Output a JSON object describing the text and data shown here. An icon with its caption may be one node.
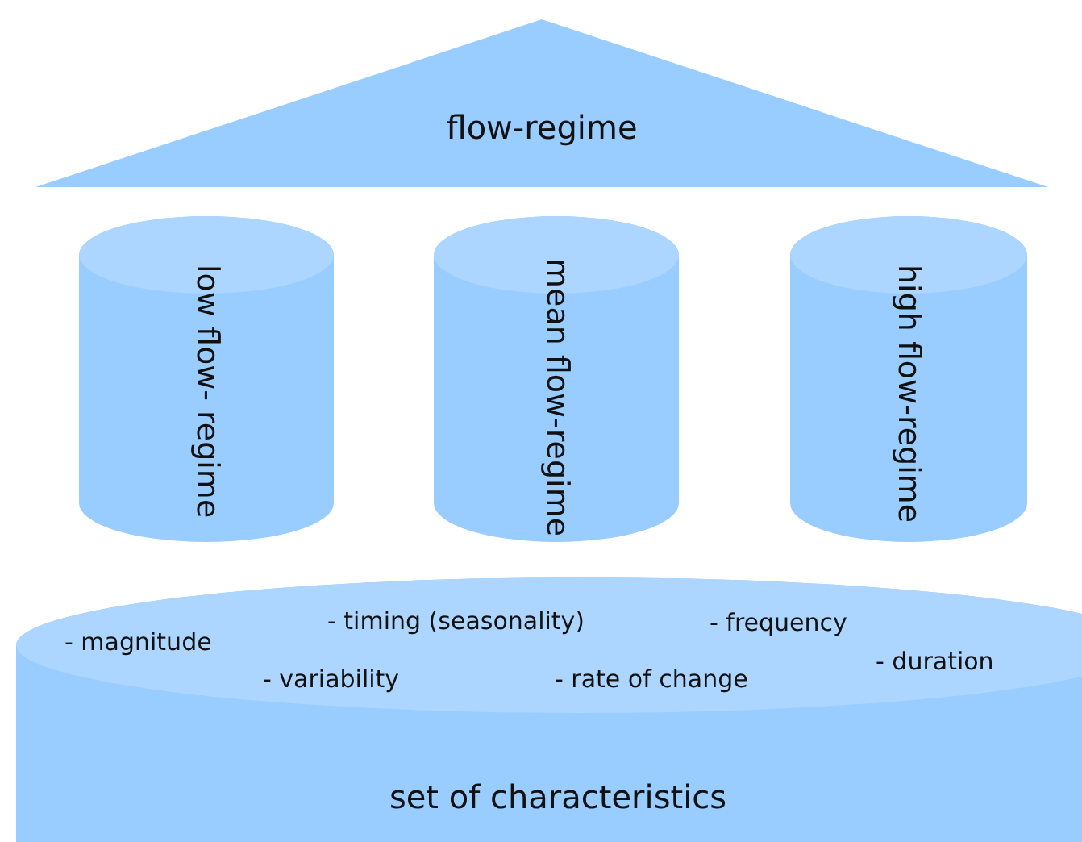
{
  "diagram": {
    "nodes": [
      {
        "text": [
          "flow-regime"
        ]
      },
      {
        "text": [
          "low flow- regime"
        ]
      },
      {
        "text": [
          "mean flow-regime"
        ]
      },
      {
        "text": [
          "high flow-regime"
        ]
      },
      {
        "text": [
          "- timing (seasonality)",
          "- frequency",
          "- magnitude",
          "- duration",
          "- variability",
          "- rate of change",
          "set of characteristics"
        ]
      }
    ]
  }
}
